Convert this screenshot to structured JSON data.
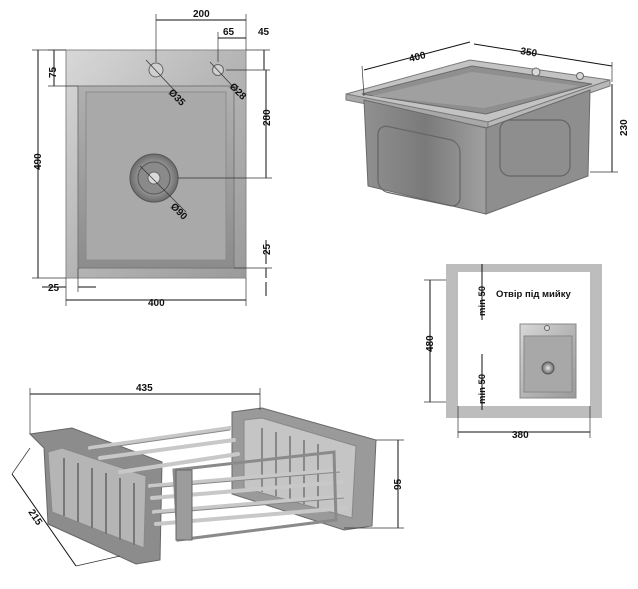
{
  "top_view": {
    "dim_faucet_offset": "200",
    "dim_hole_spacing": "65",
    "dim_top_margin": "45",
    "dim_hole_row": "75",
    "dim_hole_large": "Ø35",
    "dim_hole_small": "Ø28",
    "dim_total_depth": "490",
    "dim_drain_offset": "280",
    "dim_drain": "Ø90",
    "dim_bottom_rim": "25",
    "dim_side_rim": "25",
    "dim_width": "400"
  },
  "perspective_view": {
    "dim_length": "400",
    "dim_width": "350",
    "dim_height": "230"
  },
  "cutout": {
    "title": "Отвір під мийку",
    "dim_height": "480",
    "dim_width": "380",
    "min_top": "min 50",
    "min_bottom": "min 50"
  },
  "basket": {
    "dim_length": "435",
    "dim_depth": "215",
    "dim_height": "95"
  },
  "colors": {
    "steel_light": "#c9c9c9",
    "steel_dark": "#7d7d7d",
    "basket_grey": "#8f8f8f",
    "dimension_line": "#111111"
  }
}
